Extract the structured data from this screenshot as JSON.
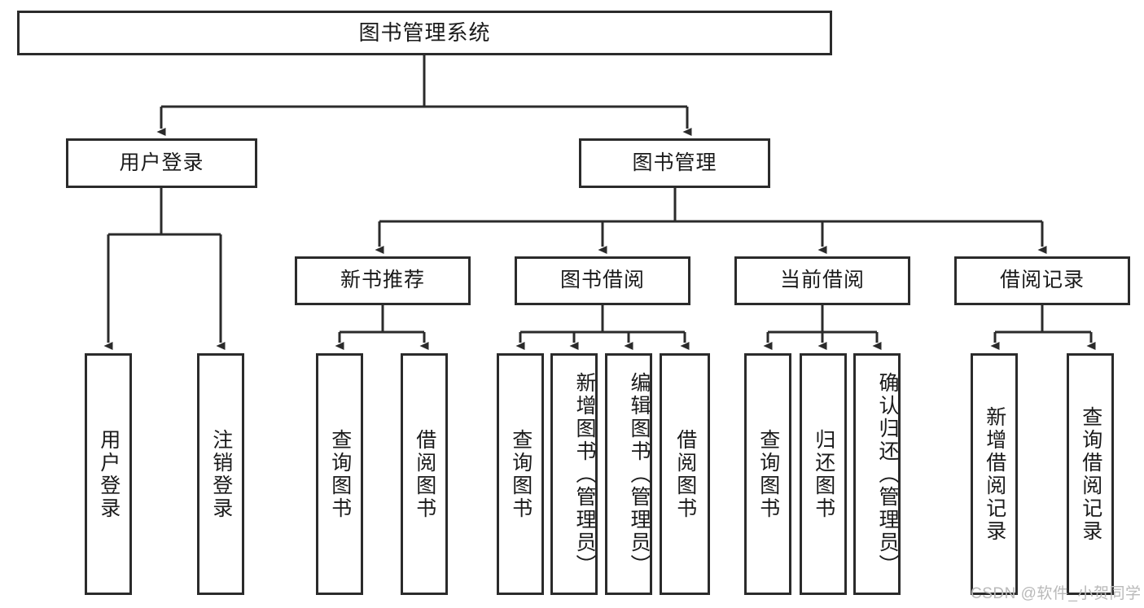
{
  "diagram": {
    "title": "图书管理系统",
    "watermark": "CSDN @软件_小贺同学",
    "line_color": "#2b2b2b",
    "background": "#ffffff",
    "text_color": "#1a1a1a",
    "levels": {
      "level1": [
        "图书管理系统"
      ],
      "level2": [
        "用户登录",
        "图书管理"
      ],
      "level3": [
        "新书推荐",
        "图书借阅",
        "当前借阅",
        "借阅记录"
      ],
      "level4": [
        "用户登录",
        "注销登录",
        "查询图书",
        "借阅图书",
        "查询图书",
        "新增图书（管理员）",
        "编辑图书（管理员）",
        "借阅图书",
        "查询图书",
        "归还图书",
        "确认归还（管理员）",
        "新增借阅记录",
        "查询借阅记录"
      ]
    },
    "nodes": {
      "root": "图书管理系统",
      "user_login": "用户登录",
      "book_manage": "图书管理",
      "new_book_rec": "新书推荐",
      "book_borrow": "图书借阅",
      "current_borrow": "当前借阅",
      "borrow_record": "借阅记录",
      "leaf_user_login": "用户登录",
      "leaf_logout": "注销登录",
      "leaf_query_book_1": "查询图书",
      "leaf_borrow_book_1": "借阅图书",
      "leaf_query_book_2": "查询图书",
      "leaf_add_book": "新增图书（管理员）",
      "leaf_edit_book": "编辑图书（管理员）",
      "leaf_borrow_book_2": "借阅图书",
      "leaf_query_book_3": "查询图书",
      "leaf_return_book": "归还图书",
      "leaf_confirm_return": "确认归还（管理员）",
      "leaf_add_record": "新增借阅记录",
      "leaf_query_record": "查询借阅记录"
    }
  }
}
